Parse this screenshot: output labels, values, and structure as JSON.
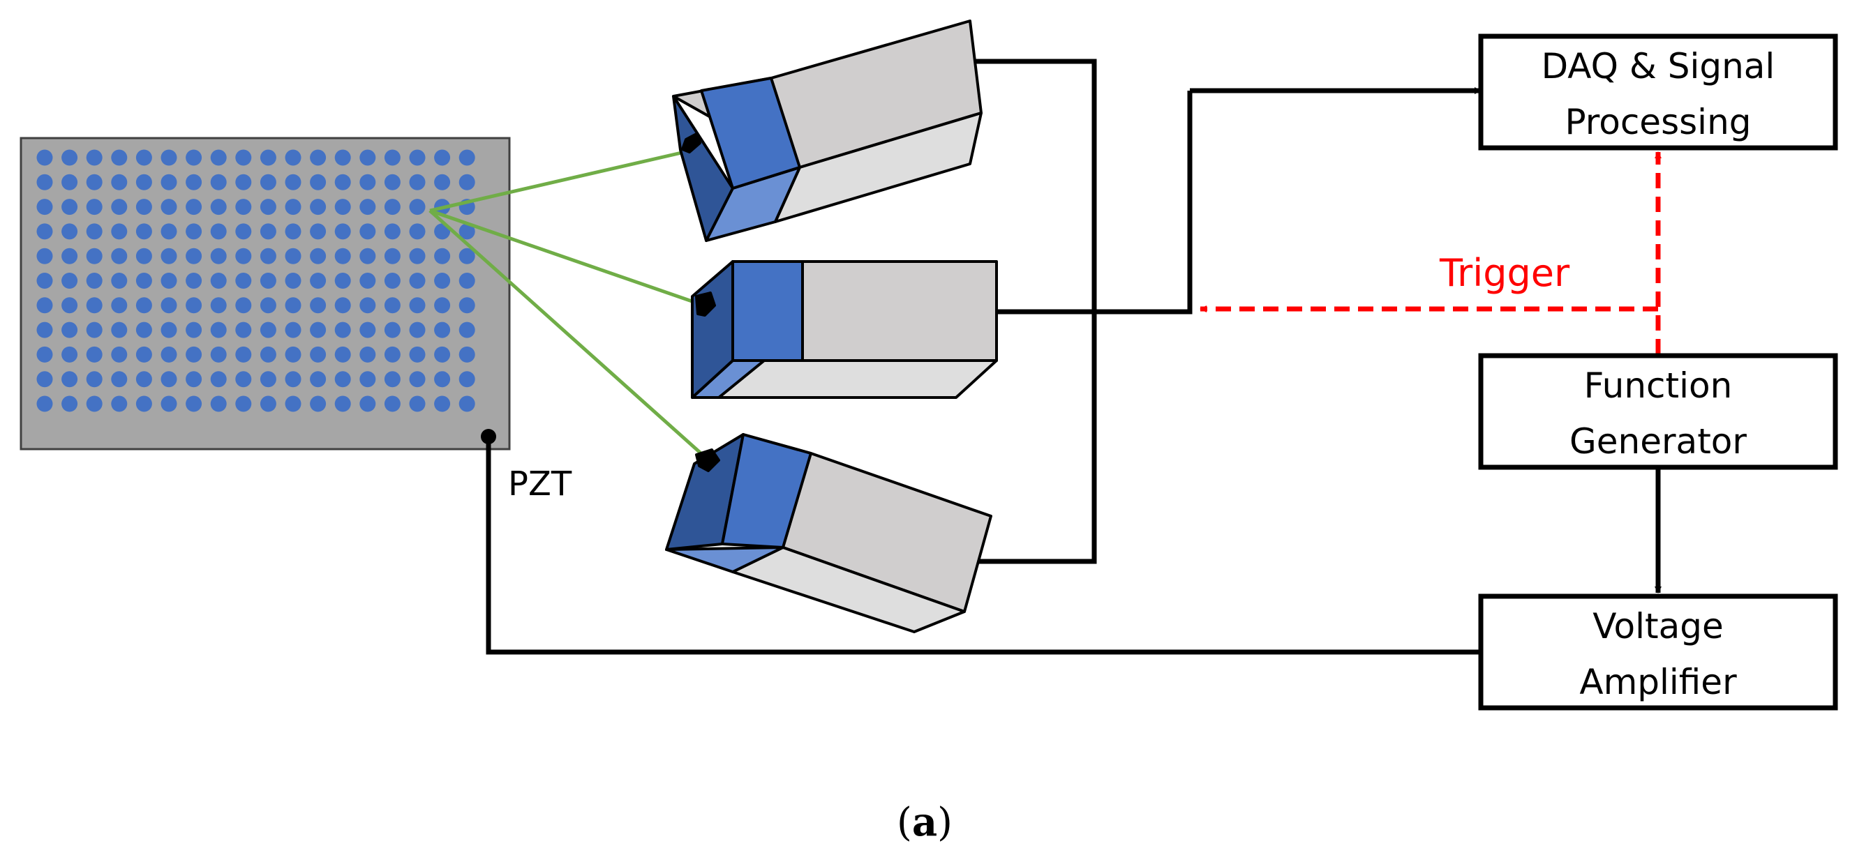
{
  "colors": {
    "plate_fill": "#a6a6a6",
    "dot_fill": "#4472c4",
    "camera_front_dark": "#2f5597",
    "camera_front": "#4472c4",
    "camera_front_light": "#6a90d4",
    "camera_body": "#d0cece",
    "camera_body_light": "#dedede",
    "beam_line": "#70ad47",
    "wire": "#000000",
    "trigger": "#ff0000"
  },
  "plate": {
    "dot_rows": 11,
    "dot_cols": 18
  },
  "pzt": {
    "label": "PZT"
  },
  "boxes": {
    "daq": {
      "line1": "DAQ & Signal",
      "line2": "Processing"
    },
    "function_generator": {
      "line1": "Function",
      "line2": "Generator"
    },
    "voltage_amplifier": {
      "line1": "Voltage",
      "line2": "Amplifier"
    }
  },
  "trigger": {
    "label": "Trigger"
  },
  "caption": {
    "open": "(",
    "letter": "a",
    "close": ")"
  }
}
